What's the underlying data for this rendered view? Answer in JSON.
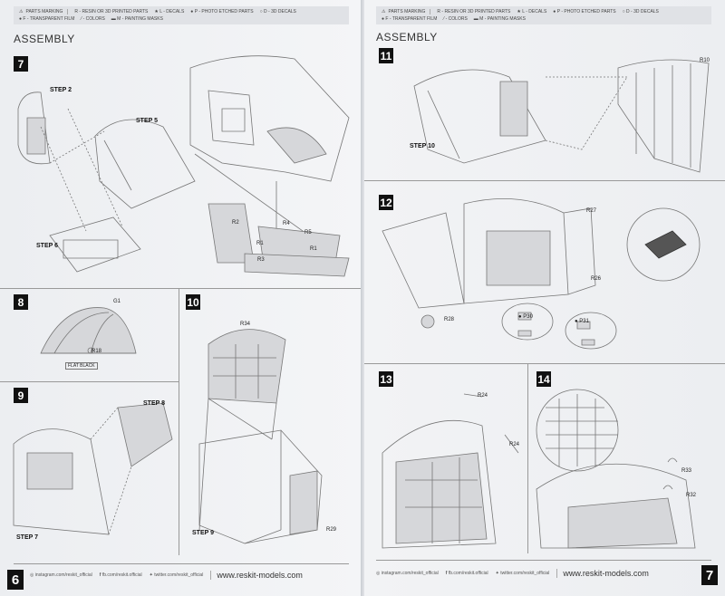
{
  "header": {
    "warning": "PARTS MARKING",
    "items": [
      "R - RESIN OR 3D PRINTED PARTS",
      "L - DECALS",
      "P - PHOTO ETCHED PARTS",
      "D - 3D DECALS",
      "F - TRANSPARENT FILM",
      "- COLORS",
      "M - PAINTING MASKS"
    ]
  },
  "left": {
    "title": "ASSEMBLY",
    "page": "6",
    "s7": {
      "num": "7",
      "labels": [
        "STEP 2",
        "STEP 5",
        "STEP 6",
        "R2",
        "R4",
        "R5",
        "R1",
        "R1",
        "R3"
      ]
    },
    "s8": {
      "num": "8",
      "labels": [
        "G1",
        "R18",
        "FLAT BLACK"
      ]
    },
    "s9": {
      "num": "9",
      "labels": [
        "STEP 8",
        "STEP 7"
      ]
    },
    "s10": {
      "num": "10",
      "labels": [
        "R34",
        "STEP 9",
        "R29"
      ]
    }
  },
  "right": {
    "title": "ASSEMBLY",
    "page": "7",
    "s11": {
      "num": "11",
      "labels": [
        "R10",
        "STEP 10"
      ]
    },
    "s12": {
      "num": "12",
      "labels": [
        "R27",
        "R26",
        "R28",
        "P30",
        "P31"
      ]
    },
    "s13": {
      "num": "13",
      "labels": [
        "R24",
        "R24"
      ]
    },
    "s14": {
      "num": "14",
      "labels": [
        "R33",
        "R32"
      ]
    }
  },
  "footer": {
    "instagram": "instagram.com/reskit_official",
    "facebook": "fb.com/reskit.official",
    "twitter": "twitter.com/reskit_official",
    "website": "www.reskit-models.com"
  }
}
